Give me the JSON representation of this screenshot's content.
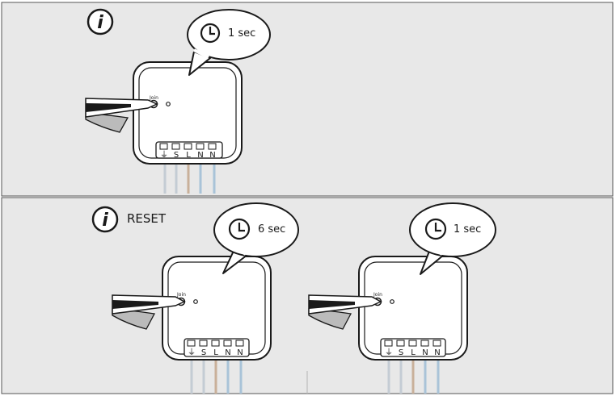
{
  "colors": {
    "panel_bg": "#e8e8e8",
    "line": "#1a1a1a",
    "wire_grey": "#c4ccd4",
    "wire_brown": "#c9b09a",
    "wire_blue": "#a9c3d8"
  },
  "panel_top": {
    "info_icon": "info-icon",
    "bubble": {
      "icon": "clock-icon",
      "text": "1 sec"
    },
    "device": {
      "join_label": "Join",
      "terminals": [
        "⏚",
        "S",
        "L",
        "N",
        "N"
      ]
    }
  },
  "panel_bottom": {
    "info_icon": "info-icon",
    "title": "RESET",
    "step_1": {
      "bubble": {
        "icon": "clock-icon",
        "text": "6 sec"
      },
      "device": {
        "join_label": "Join",
        "terminals": [
          "⏚",
          "S",
          "L",
          "N",
          "N"
        ]
      }
    },
    "step_2": {
      "bubble": {
        "icon": "clock-icon",
        "text": "1 sec"
      },
      "device": {
        "join_label": "Join",
        "terminals": [
          "⏚",
          "S",
          "L",
          "N",
          "N"
        ]
      }
    }
  }
}
